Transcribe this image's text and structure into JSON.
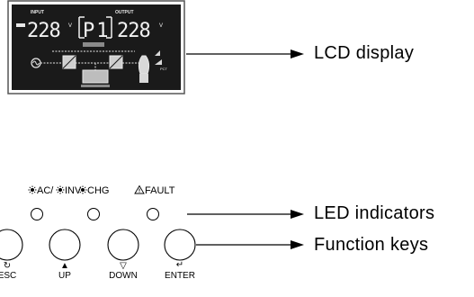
{
  "lcd": {
    "input_label": "INPUT",
    "output_label": "OUTPUT",
    "input_value": "228",
    "mode_value": "P1",
    "output_value": "228",
    "unit": "V",
    "percent_label": "PCT"
  },
  "callouts": {
    "lcd": "LCD display",
    "led": "LED indicators",
    "keys": "Function keys"
  },
  "leds": [
    {
      "label": "AC/",
      "label2": "INV",
      "icon": "sun-icon"
    },
    {
      "label": "CHG",
      "icon": "sun-icon"
    },
    {
      "label": "FAULT",
      "icon": "warning-triangle-icon"
    }
  ],
  "keys": [
    {
      "label": "ESC",
      "glyph": "↻"
    },
    {
      "label": "UP",
      "glyph": "▲"
    },
    {
      "label": "DOWN",
      "glyph": "▽"
    },
    {
      "label": "ENTER",
      "glyph": "↵"
    }
  ],
  "colors": {
    "lcd_bg": "#1a1a1a",
    "lcd_frame": "#7a7a7a",
    "segment": "#f2f2f2",
    "line": "#000000"
  }
}
